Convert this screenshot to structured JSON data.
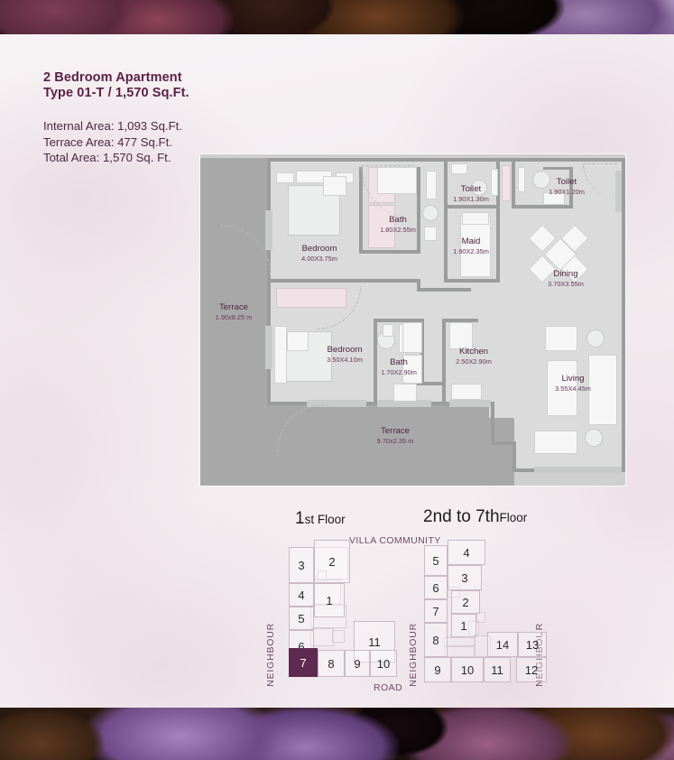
{
  "header": {
    "title_line1": "2 Bedroom Apartment",
    "title_line2": "Type 01-T / 1,570 Sq.Ft.",
    "internal_area": "Internal Area: 1,093 Sq.Ft.",
    "terrace_area": "Terrace Area: 477 Sq.Ft.",
    "total_area": "Total Area: 1,570 Sq. Ft."
  },
  "colors": {
    "accent_purple": "#5b2146",
    "selected_unit": "#5e2a50",
    "room_fill": "#dadbda",
    "terrace_fill": "#a8a8a8",
    "wall": "#9b9d9c",
    "label_text": "#5a2a48"
  },
  "floorplan": {
    "rooms": [
      {
        "name": "Terrace",
        "dim": "1.90x8.25 m"
      },
      {
        "name": "Bedroom",
        "dim": "4.00X3.75m"
      },
      {
        "name": "Bath",
        "dim": "1.80X2.55m"
      },
      {
        "name": "Toilet",
        "dim": "1.90X1.30m"
      },
      {
        "name": "Toilet",
        "dim": "1.90X1.20m"
      },
      {
        "name": "Maid",
        "dim": "1.90X2.35m"
      },
      {
        "name": "Dining",
        "dim": "3.70X3.55m"
      },
      {
        "name": "Bedroom",
        "dim": "3.50X4.10m"
      },
      {
        "name": "Bath",
        "dim": "1.70X2.90m"
      },
      {
        "name": "Kitchen",
        "dim": "2.50X2.90m"
      },
      {
        "name": "Living",
        "dim": "3.55X4.45m"
      },
      {
        "name": "Terrace",
        "dim": "9.70x2.35 m"
      }
    ]
  },
  "keyplans": {
    "first_floor": {
      "title_big": "1",
      "title_small": "st Floor",
      "top_label": "VILLA COMMUNITY",
      "left_label": "NEIGHBOUR",
      "bottom_label": "ROAD",
      "selected_unit": "7",
      "units": [
        "3",
        "2",
        "4",
        "1",
        "5",
        "6",
        "11",
        "7",
        "8",
        "9",
        "10"
      ]
    },
    "upper_floors": {
      "title_big": "2nd to 7th",
      "title_small": "Floor",
      "right_label": "NEIGHBOUR",
      "left_label": "NEIGHBOUR",
      "units": [
        "5",
        "4",
        "3",
        "6",
        "2",
        "7",
        "1",
        "8",
        "14",
        "13",
        "9",
        "10",
        "11",
        "12"
      ]
    }
  }
}
